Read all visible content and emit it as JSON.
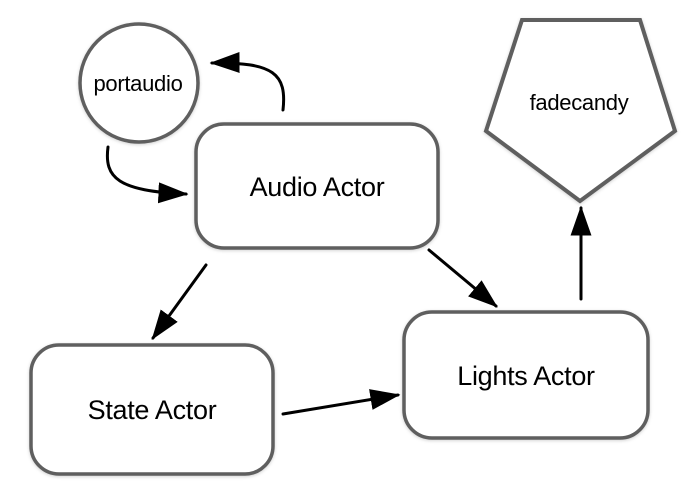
{
  "diagram": {
    "background_color": "#ffffff",
    "node_stroke_color": "#5f5f5f",
    "node_fill_color": "#ffffff",
    "arrow_color": "#000000",
    "text_color": "#000000",
    "nodes": [
      {
        "id": "portaudio",
        "label": "portaudio",
        "shape": "circle"
      },
      {
        "id": "audio-actor",
        "label": "Audio Actor",
        "shape": "rounded-rectangle"
      },
      {
        "id": "fadecandy",
        "label": "fadecandy",
        "shape": "pentagon"
      },
      {
        "id": "state-actor",
        "label": "State Actor",
        "shape": "rounded-rectangle"
      },
      {
        "id": "lights-actor",
        "label": "Lights Actor",
        "shape": "rounded-rectangle"
      }
    ],
    "edges": [
      {
        "from": "audio-actor",
        "to": "portaudio",
        "style": "curved"
      },
      {
        "from": "portaudio",
        "to": "audio-actor",
        "style": "curved"
      },
      {
        "from": "audio-actor",
        "to": "state-actor",
        "style": "straight"
      },
      {
        "from": "audio-actor",
        "to": "lights-actor",
        "style": "straight"
      },
      {
        "from": "state-actor",
        "to": "lights-actor",
        "style": "straight"
      },
      {
        "from": "lights-actor",
        "to": "fadecandy",
        "style": "straight"
      }
    ]
  }
}
